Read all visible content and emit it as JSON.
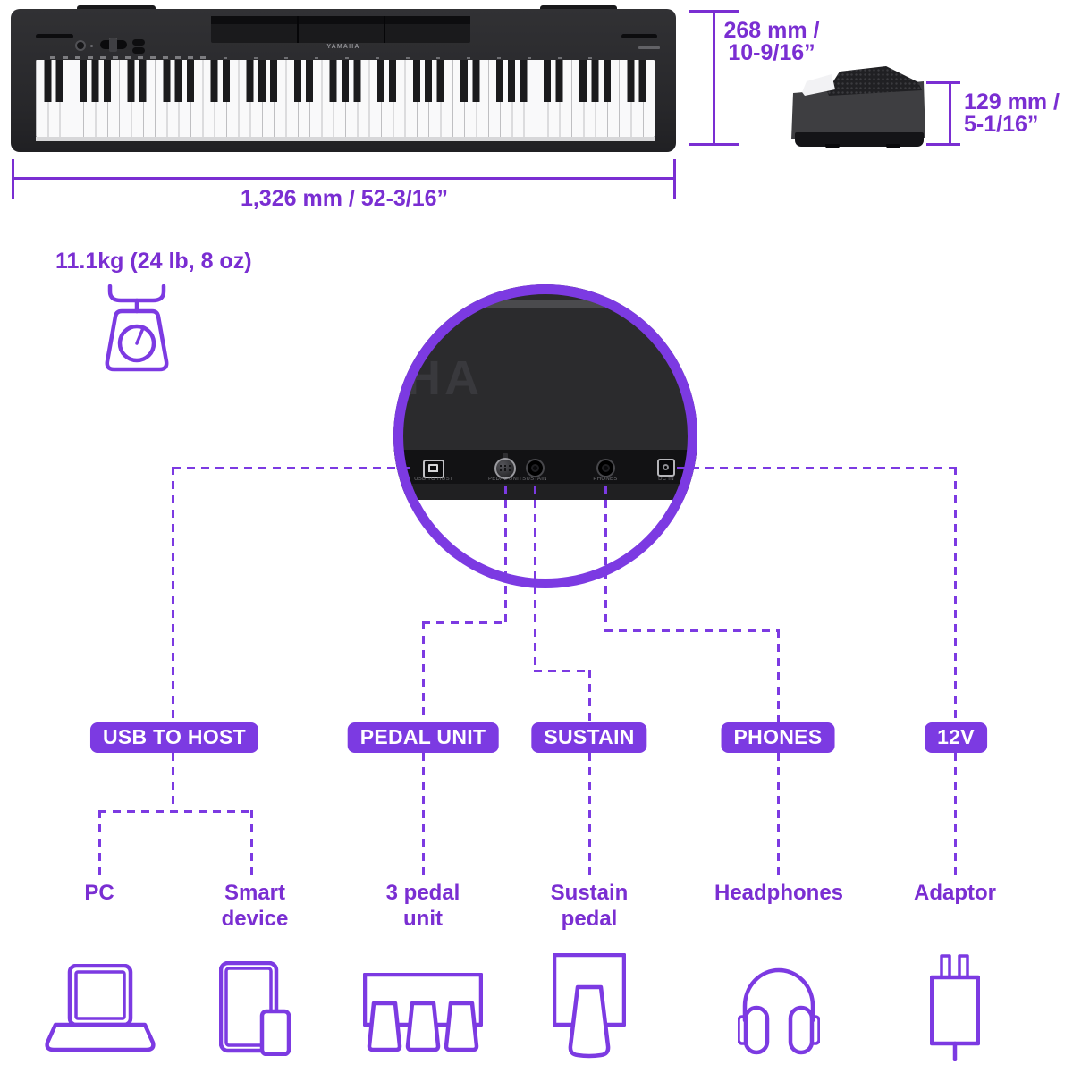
{
  "colors": {
    "accent": "#7c3ae2",
    "text": "#7a2ed2"
  },
  "piano": {
    "brand": "YAMAHA",
    "rear_brand_partial": "HA"
  },
  "dims": {
    "width": "1,326 mm / 52-3/16”",
    "depth1": "268 mm /",
    "depth2": "10-9/16”",
    "height1": "129 mm /",
    "height2": "5-1/16”"
  },
  "weight": {
    "label": "11.1kg (24 lb, 8 oz)"
  },
  "rear_ports": {
    "usb": "USB TO HOST",
    "pedal": "PEDAL UNIT",
    "sustain": "SUSTAIN",
    "phones": "PHONES",
    "dc": "DC IN"
  },
  "badges": {
    "usb": "USB TO HOST",
    "pedal": "PEDAL UNIT",
    "sustain": "SUSTAIN",
    "phones": "PHONES",
    "power": "12V"
  },
  "devices": {
    "pc": "PC",
    "smart": "Smart device",
    "pedal_unit": "3 pedal unit",
    "sustain_pedal": "Sustain pedal",
    "headphones": "Headphones",
    "adaptor": "Adaptor"
  },
  "icons": {
    "weight": "scale-icon",
    "pc": "laptop-icon",
    "smart": "tablet-phone-icon",
    "pedal_unit": "three-pedal-unit-icon",
    "sustain_pedal": "sustain-pedal-icon",
    "headphones": "headphones-icon",
    "adaptor": "power-adaptor-icon"
  }
}
